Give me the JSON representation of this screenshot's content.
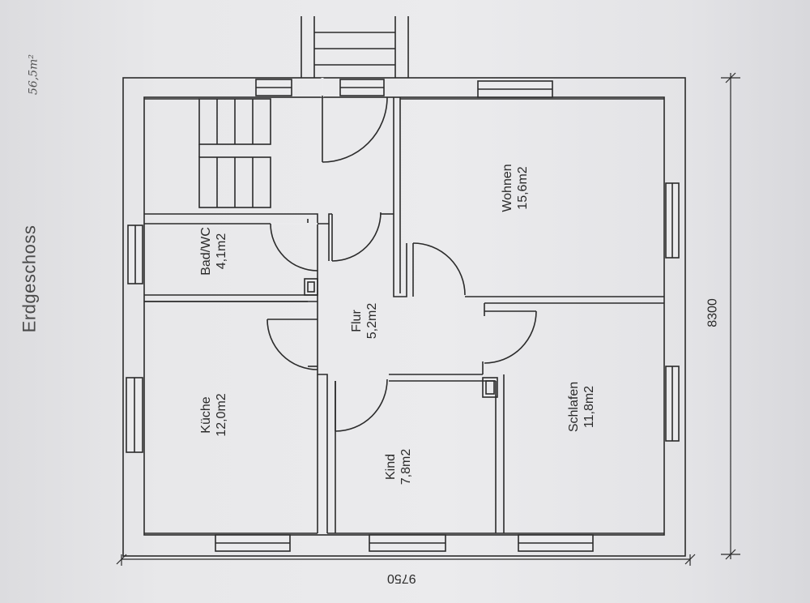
{
  "title": "Erdgeschoss",
  "handwritten_note": "56,5m²",
  "dimensions": {
    "width": "9750",
    "depth": "8300"
  },
  "rooms": [
    {
      "name": "Wohnen",
      "area": "15,6m2"
    },
    {
      "name": "Bad/WC",
      "area": "4,1m2"
    },
    {
      "name": "Flur",
      "area": "5,2m2"
    },
    {
      "name": "Küche",
      "area": "12,0m2"
    },
    {
      "name": "Kind",
      "area": "7,8m2"
    },
    {
      "name": "Schlafen",
      "area": "11,8m2"
    }
  ]
}
